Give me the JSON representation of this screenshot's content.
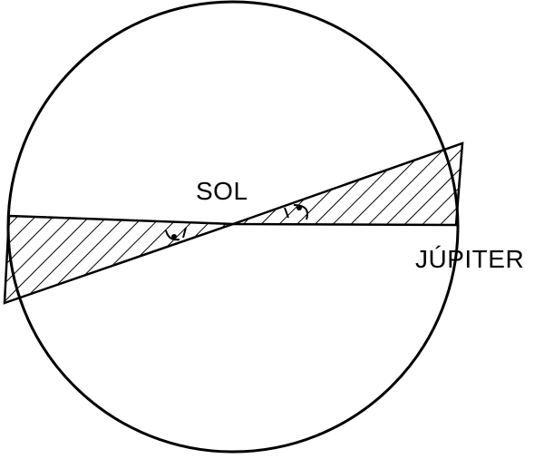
{
  "labels": {
    "sun": "SOL",
    "planet": "JÚPITER"
  },
  "colors": {
    "ink": "#000000",
    "background": "#ffffff"
  },
  "shapes": {
    "orbit": "circle",
    "wedges": "hatched-triangles",
    "angle_markers": [
      "right-angle-marker",
      "right-angle-marker"
    ]
  }
}
